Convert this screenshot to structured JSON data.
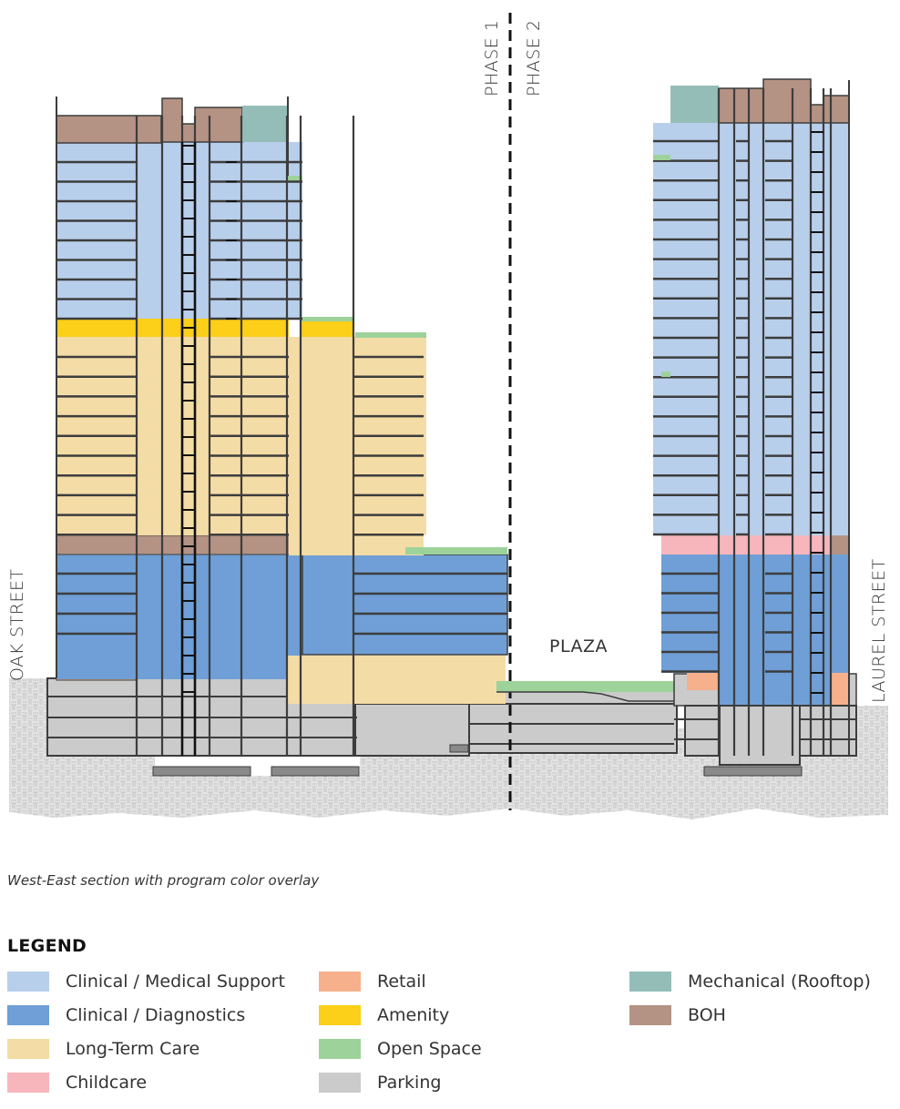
{
  "diagram": {
    "title": "West-East section with program color overlay",
    "labels": {
      "phase1": "PHASE 1",
      "phase2": "PHASE 2",
      "oak_street": "OAK STREET",
      "laurel_street": "LAUREL STREET",
      "plaza": "PLAZA"
    }
  },
  "caption": "West-East section with program color overlay",
  "legend": {
    "title": "LEGEND",
    "items": [
      {
        "key": "clinical_support",
        "label": "Clinical / Medical Support",
        "color": "#b8cfec",
        "col": 0,
        "row": 0
      },
      {
        "key": "clinical_diag",
        "label": "Clinical / Diagnostics",
        "color": "#6f9fd6",
        "col": 0,
        "row": 1
      },
      {
        "key": "ltc",
        "label": "Long-Term Care",
        "color": "#f4dca6",
        "col": 0,
        "row": 2
      },
      {
        "key": "childcare",
        "label": "Childcare",
        "color": "#f7b6bb",
        "col": 0,
        "row": 3
      },
      {
        "key": "retail",
        "label": "Retail",
        "color": "#f6b08c",
        "col": 1,
        "row": 0
      },
      {
        "key": "amenity",
        "label": "Amenity",
        "color": "#fccf18",
        "col": 1,
        "row": 1
      },
      {
        "key": "open_space",
        "label": "Open Space",
        "color": "#9dd29a",
        "col": 1,
        "row": 2
      },
      {
        "key": "parking",
        "label": "Parking",
        "color": "#cbcbcb",
        "col": 1,
        "row": 3
      },
      {
        "key": "mechanical",
        "label": "Mechanical (Rooftop)",
        "color": "#94bdb8",
        "col": 2,
        "row": 0
      },
      {
        "key": "boh",
        "label": "BOH",
        "color": "#b49384",
        "col": 2,
        "row": 1
      }
    ]
  },
  "colors": {
    "clinical_support": "#b8cfec",
    "clinical_diag": "#6f9fd6",
    "ltc": "#f4dca6",
    "childcare": "#f7b6bb",
    "retail": "#f6b08c",
    "amenity": "#fccf18",
    "open_space": "#9dd29a",
    "parking": "#cbcbcb",
    "mechanical": "#94bdb8",
    "boh": "#b49384",
    "line": "#3d3d3d",
    "ground": "#d9d9d9"
  }
}
